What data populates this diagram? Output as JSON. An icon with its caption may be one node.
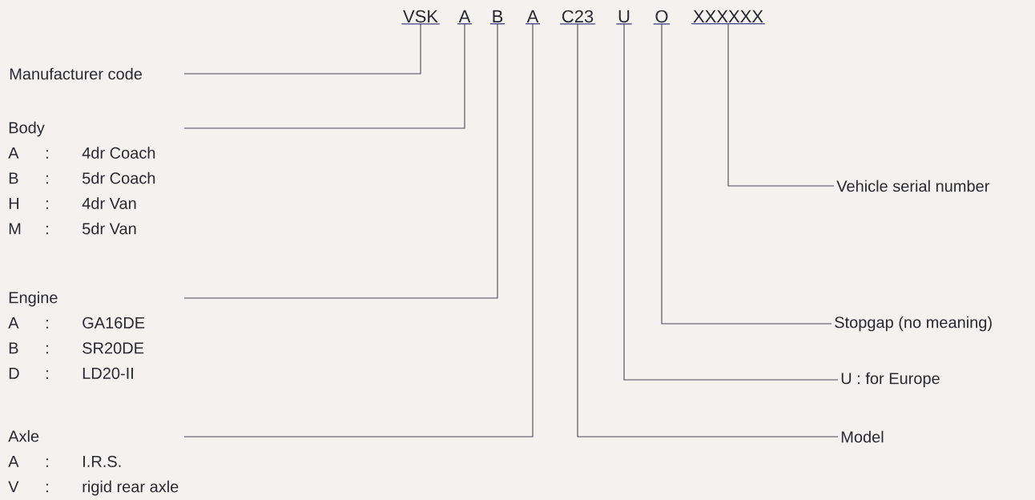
{
  "diagram": {
    "nodes": [
      {
        "text": [
          "VSK"
        ]
      },
      {
        "text": [
          "A"
        ]
      },
      {
        "text": [
          "B"
        ]
      },
      {
        "text": [
          "A"
        ]
      },
      {
        "text": [
          "C23"
        ]
      },
      {
        "text": [
          "U"
        ]
      },
      {
        "text": [
          "O"
        ]
      },
      {
        "text": [
          "XXXXXX"
        ]
      },
      {
        "text": [
          "Manufacturer code"
        ]
      },
      {
        "text": [
          "Body",
          "A",
          ":",
          "4dr Coach",
          "B",
          ":",
          "5dr Coach",
          "H",
          ":",
          "4dr Van",
          "M",
          ":",
          "5dr Van"
        ]
      },
      {
        "text": [
          "Engine",
          "A",
          ":",
          "GA16DE",
          "B",
          ":",
          "SR20DE",
          "D",
          ":",
          "LD20-II"
        ]
      },
      {
        "text": [
          "Axle",
          "A",
          ":",
          "I.R.S.",
          "V",
          ":",
          "rigid rear axle"
        ]
      },
      {
        "text": [
          "Vehicle serial number"
        ]
      },
      {
        "text": [
          "Stopgap (no meaning)"
        ]
      },
      {
        "text": [
          "U : for Europe"
        ]
      },
      {
        "text": [
          "Model"
        ]
      }
    ],
    "edges": [
      {
        "from": 8,
        "to": 0,
        "arrow": "none"
      },
      {
        "from": 9,
        "to": 1,
        "arrow": "none"
      },
      {
        "from": 10,
        "to": 2,
        "arrow": "none"
      },
      {
        "from": 11,
        "to": 3,
        "arrow": "none"
      },
      {
        "from": 12,
        "to": 7,
        "arrow": "none"
      },
      {
        "from": 13,
        "to": 6,
        "arrow": "none"
      },
      {
        "from": 14,
        "to": 5,
        "arrow": "none"
      },
      {
        "from": 15,
        "to": 4,
        "arrow": "none"
      }
    ]
  }
}
